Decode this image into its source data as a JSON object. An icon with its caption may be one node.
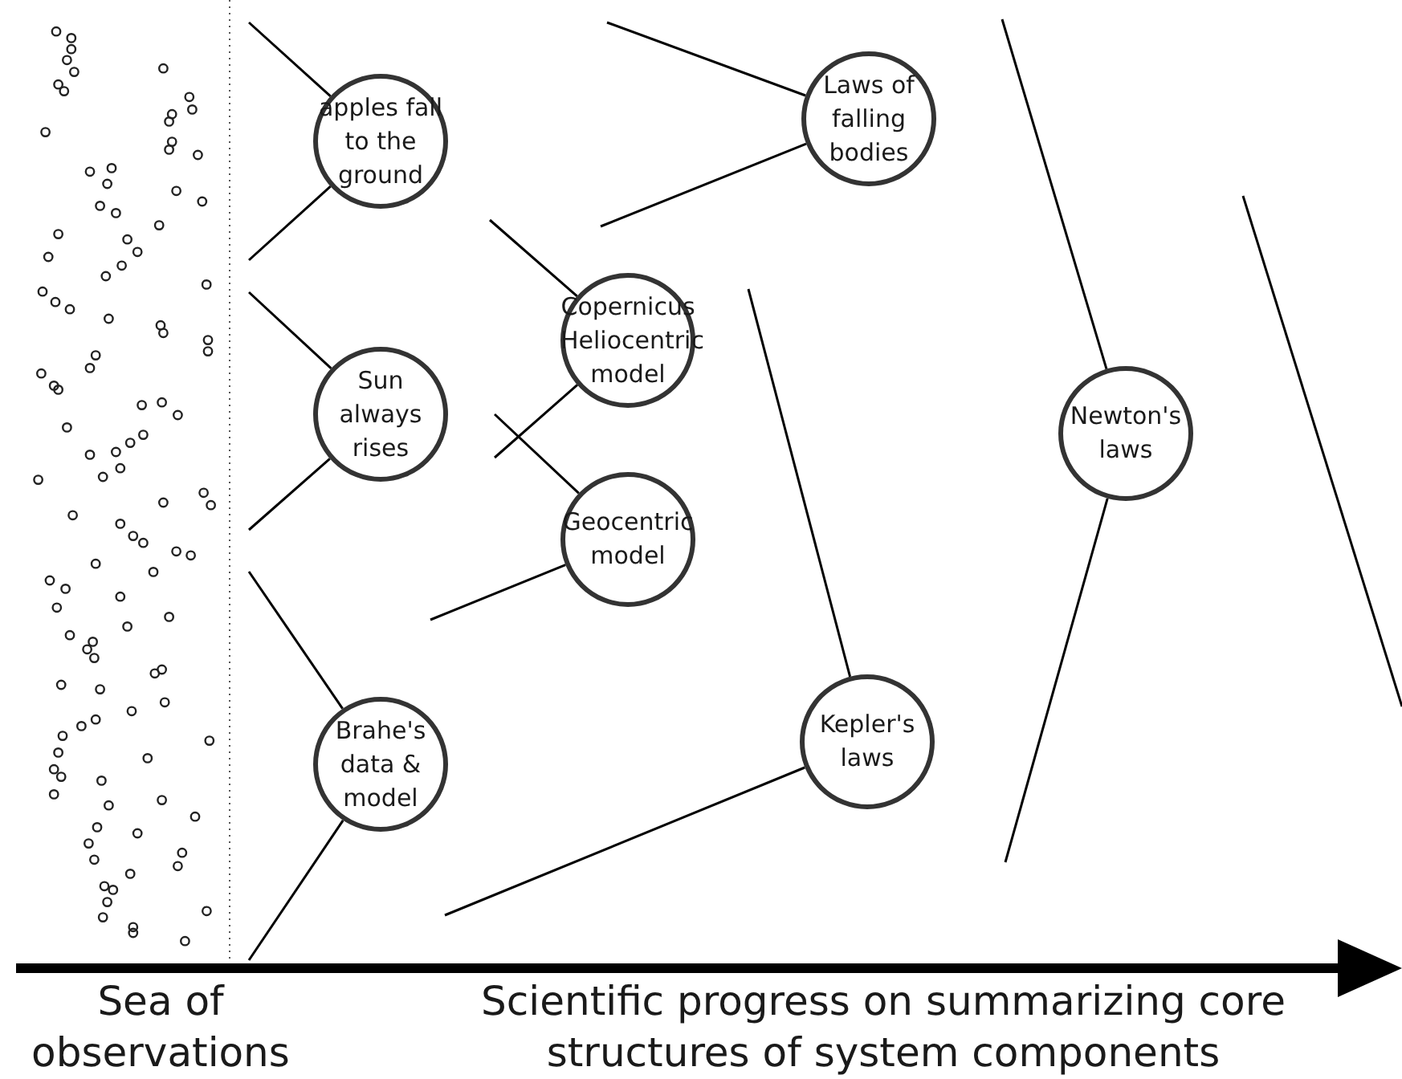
{
  "diagram": {
    "nodes": [
      {
        "text": [
          "apples fall to the ground"
        ]
      },
      {
        "text": [
          "Laws of falling bodies"
        ]
      },
      {
        "text": [
          "Copernicus Heliocentric model"
        ]
      },
      {
        "text": [
          "Sun always rises"
        ]
      },
      {
        "text": [
          "Geocentric model"
        ]
      },
      {
        "text": [
          "Newton's laws"
        ]
      },
      {
        "text": [
          "Kepler's laws"
        ]
      },
      {
        "text": [
          "Brahe's data & model"
        ]
      }
    ],
    "edges": [
      {
        "from": null,
        "to": 0,
        "arrow": "none"
      },
      {
        "from": null,
        "to": 0,
        "arrow": "none"
      },
      {
        "from": null,
        "to": 3,
        "arrow": "none"
      },
      {
        "from": null,
        "to": 3,
        "arrow": "none"
      },
      {
        "from": null,
        "to": 7,
        "arrow": "none"
      },
      {
        "from": null,
        "to": 7,
        "arrow": "none"
      },
      {
        "from": null,
        "to": 2,
        "arrow": "none"
      },
      {
        "from": null,
        "to": 2,
        "arrow": "none"
      },
      {
        "from": null,
        "to": 4,
        "arrow": "none"
      },
      {
        "from": null,
        "to": 4,
        "arrow": "none"
      },
      {
        "from": null,
        "to": 1,
        "arrow": "none"
      },
      {
        "from": null,
        "to": 1,
        "arrow": "none"
      },
      {
        "from": null,
        "to": 6,
        "arrow": "none"
      },
      {
        "from": null,
        "to": 6,
        "arrow": "none"
      },
      {
        "from": null,
        "to": 5,
        "arrow": "none"
      },
      {
        "from": null,
        "to": 5,
        "arrow": "none"
      }
    ],
    "labels": [
      "Sea of observations",
      "Scientific progress on summarizing core structures of system components"
    ]
  }
}
